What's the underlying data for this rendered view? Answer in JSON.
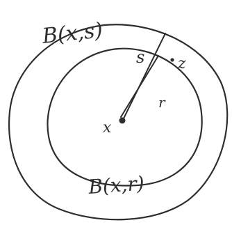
{
  "diagram": {
    "outer_ball_label": "B(x,s)",
    "inner_ball_label": "B(x,r)",
    "center_label": "x",
    "point_label": "z",
    "outer_radius_label": "s",
    "inner_radius_label": "r"
  },
  "colors": {
    "ink": "#2e2e2e",
    "background": "#ffffff"
  }
}
